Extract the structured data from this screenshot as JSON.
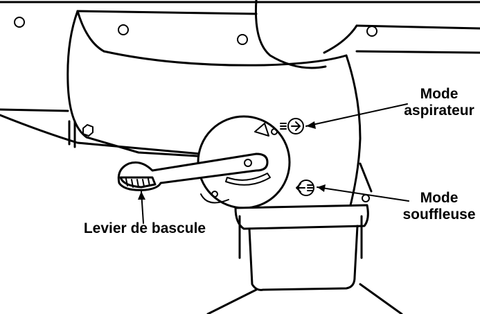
{
  "labels": {
    "mode_aspirateur": {
      "line1": "Mode",
      "line2": "aspirateur"
    },
    "mode_souffleuse": {
      "line1": "Mode",
      "line2": "souffleuse"
    },
    "levier": "Levier de bascule"
  },
  "colors": {
    "ink": "#000000",
    "paper": "#ffffff"
  },
  "icons": {
    "vacuum_mode": "arrow-in-icon",
    "blower_mode": "arrow-out-icon"
  }
}
